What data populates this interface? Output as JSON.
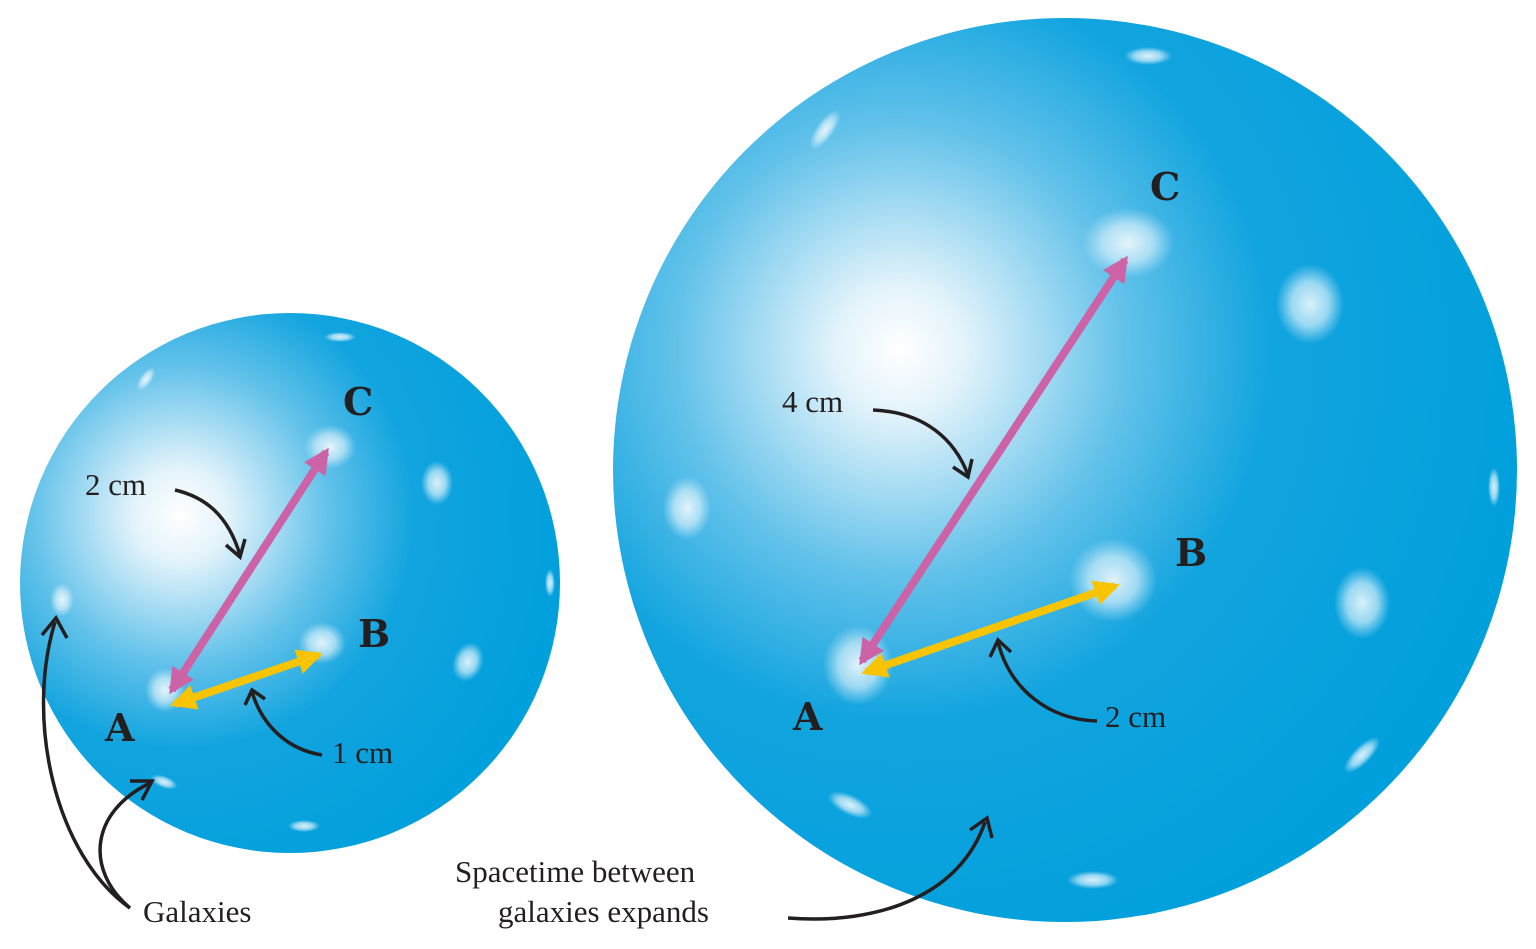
{
  "colors": {
    "sphere": "#00a1dc",
    "sphere_highlight": "#ffffff",
    "galaxy": "#bfe6f7",
    "arrow_AC": "#cc63a7",
    "arrow_AB": "#f8c400",
    "annotation": "#231f20"
  },
  "small_sphere": {
    "point_labels": {
      "a": "A",
      "b": "B",
      "c": "C"
    },
    "distance_AC": "2 cm",
    "distance_AB": "1 cm"
  },
  "large_sphere": {
    "point_labels": {
      "a": "A",
      "b": "B",
      "c": "C"
    },
    "distance_AC": "4 cm",
    "distance_AB": "2 cm"
  },
  "captions": {
    "galaxies": "Galaxies",
    "expansion_line1": "Spacetime between",
    "expansion_line2": "galaxies expands"
  }
}
